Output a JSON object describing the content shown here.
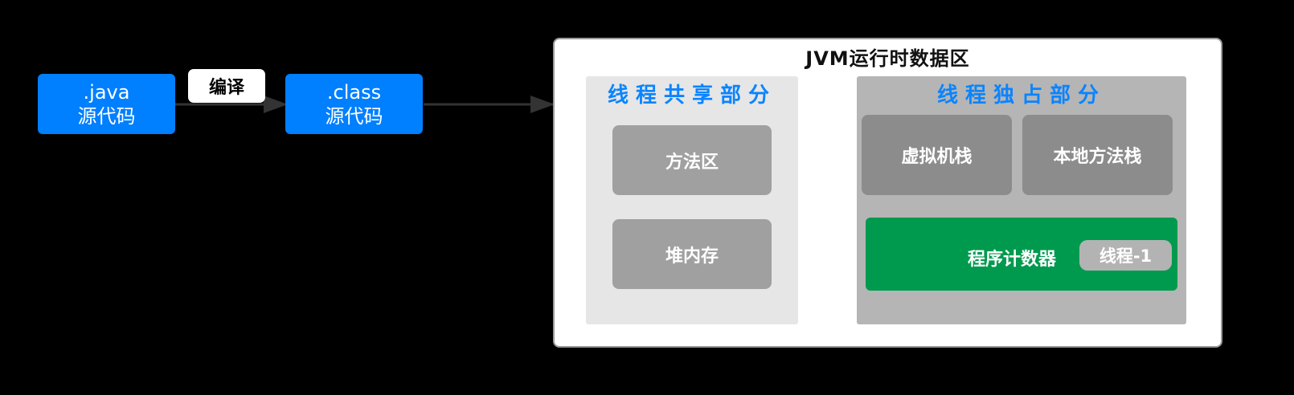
{
  "source": {
    "java_line1": ".java",
    "java_line2": "源代码",
    "class_line1": ".class",
    "class_line2": "源代码"
  },
  "compile_label": "编译",
  "jvm": {
    "title": "JVM运行时数据区",
    "shared": {
      "title": "线程共享部分",
      "method_area": "方法区",
      "heap": "堆内存"
    },
    "private": {
      "title": "线程独占部分",
      "vm_stack": "虚拟机栈",
      "native_stack": "本地方法栈",
      "program_counter": "程序计数器",
      "thread_badge": "线程-1"
    }
  },
  "colors": {
    "source_box": "#007fff",
    "panel_title": "#0a84ff",
    "program_counter": "#009a4e",
    "arrow": "#333333"
  }
}
